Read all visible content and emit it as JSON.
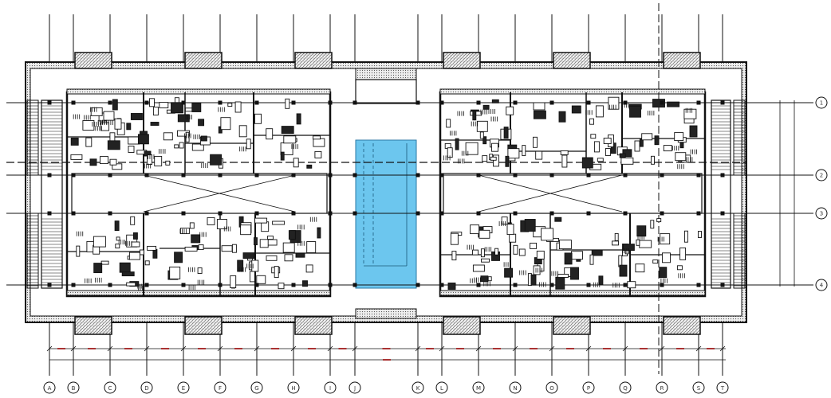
{
  "drawing": {
    "background": "#ffffff",
    "line_color": "#111111",
    "highlight_color": "#6cc6ee",
    "hatch_color": "#666666"
  },
  "grid_bubbles": {
    "bottom": [
      "A",
      "B",
      "C",
      "D",
      "E",
      "F",
      "G",
      "H",
      "I",
      "J",
      "K",
      "L",
      "M",
      "N",
      "O",
      "P",
      "Q",
      "R",
      "S",
      "T"
    ],
    "right": [
      "1",
      "2",
      "3",
      "4"
    ]
  },
  "dimensions": {
    "segments": [
      "",
      "",
      "",
      "",
      "",
      "",
      "",
      "",
      "",
      "",
      "",
      "",
      "",
      "",
      "",
      "",
      "",
      "",
      "",
      ""
    ],
    "overall": ""
  },
  "elements": {
    "stair_core": {
      "label": "",
      "highlighted": true
    }
  }
}
